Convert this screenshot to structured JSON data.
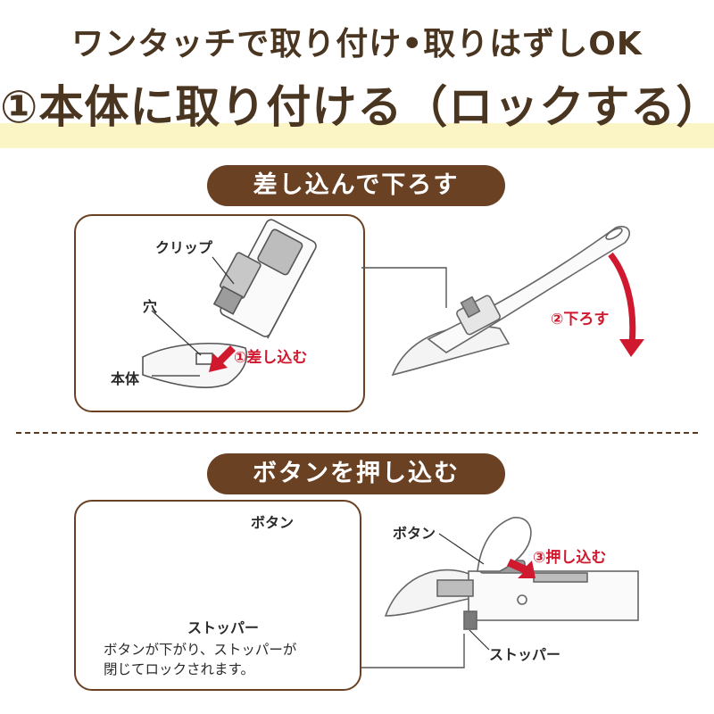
{
  "header": {
    "subtitle": "ワンタッチで取り付け•取りはずしOK",
    "title": "①本体に取り付ける（ロックする）"
  },
  "step1": {
    "pill": "差し込んで下ろす",
    "label_clip": "クリップ",
    "label_hole": "穴",
    "label_body": "本体",
    "action_insert": "①差し込む",
    "action_lower": "②下ろす"
  },
  "step2": {
    "pill": "ボタンを押し込む",
    "label_button_left": "ボタン",
    "label_stopper_left": "ストッパー",
    "note_line1": "ボタンが下がり、ストッパーが",
    "note_line2": "閉じてロックされます。",
    "label_button_right": "ボタン",
    "action_push": "③押し込む",
    "label_stopper_right": "ストッパー"
  },
  "colors": {
    "brown": "#6a4122",
    "red": "#d0192e",
    "highlight": "#fbf4c4"
  }
}
